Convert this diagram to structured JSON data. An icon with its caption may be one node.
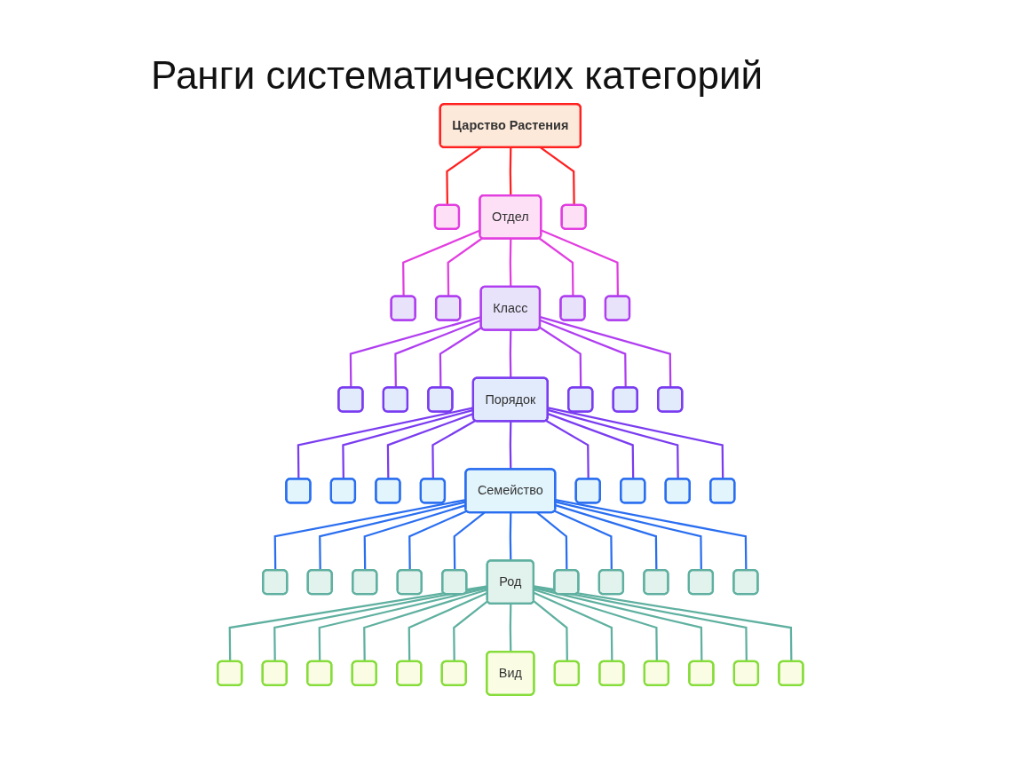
{
  "diagram": {
    "title": "Ранги систематических категорий",
    "nodes": [
      {
        "text": [
          "Царство Растения"
        ]
      },
      {
        "text": [],
        "shape": "box"
      },
      {
        "text": [
          "Отдел"
        ]
      },
      {
        "text": [],
        "shape": "box"
      },
      {
        "text": [],
        "shape": "box"
      },
      {
        "text": [],
        "shape": "box"
      },
      {
        "text": [
          "Класс"
        ]
      },
      {
        "text": [],
        "shape": "box"
      },
      {
        "text": [],
        "shape": "box"
      },
      {
        "text": [],
        "shape": "box"
      },
      {
        "text": [],
        "shape": "box"
      },
      {
        "text": [],
        "shape": "box"
      },
      {
        "text": [
          "Порядок"
        ]
      },
      {
        "text": [],
        "shape": "box"
      },
      {
        "text": [],
        "shape": "box"
      },
      {
        "text": [],
        "shape": "box"
      },
      {
        "text": [],
        "shape": "box"
      },
      {
        "text": [],
        "shape": "box"
      },
      {
        "text": [],
        "shape": "box"
      },
      {
        "text": [],
        "shape": "box"
      },
      {
        "text": [
          "Семейство"
        ]
      },
      {
        "text": [],
        "shape": "box"
      },
      {
        "text": [],
        "shape": "box"
      },
      {
        "text": [],
        "shape": "box"
      },
      {
        "text": [],
        "shape": "box"
      },
      {
        "text": [],
        "shape": "box"
      },
      {
        "text": [],
        "shape": "box"
      },
      {
        "text": [],
        "shape": "box"
      },
      {
        "text": [],
        "shape": "box"
      },
      {
        "text": [],
        "shape": "box"
      },
      {
        "text": [
          "Род"
        ]
      },
      {
        "text": [],
        "shape": "box"
      },
      {
        "text": [],
        "shape": "box"
      },
      {
        "text": [],
        "shape": "box"
      },
      {
        "text": [],
        "shape": "box"
      },
      {
        "text": [],
        "shape": "box"
      },
      {
        "text": [],
        "shape": "box"
      },
      {
        "text": [],
        "shape": "box"
      },
      {
        "text": [],
        "shape": "box"
      },
      {
        "text": [],
        "shape": "box"
      },
      {
        "text": [],
        "shape": "box"
      },
      {
        "text": [],
        "shape": "box"
      },
      {
        "text": [
          "Вид"
        ]
      },
      {
        "text": [],
        "shape": "box"
      },
      {
        "text": [],
        "shape": "box"
      },
      {
        "text": [],
        "shape": "box"
      },
      {
        "text": [],
        "shape": "box"
      },
      {
        "text": [],
        "shape": "box"
      },
      {
        "text": [],
        "shape": "box"
      }
    ],
    "edges": [
      {
        "from": 0,
        "to": 1,
        "arrow": "none",
        "color": "#ff2020"
      },
      {
        "from": 0,
        "to": 2,
        "arrow": "none",
        "color": "#ff2020"
      },
      {
        "from": 0,
        "to": 3,
        "arrow": "none",
        "color": "#ff2020"
      },
      {
        "from": 2,
        "to": 4,
        "arrow": "none",
        "color": "#e23ee0"
      },
      {
        "from": 2,
        "to": 5,
        "arrow": "none",
        "color": "#e23ee0"
      },
      {
        "from": 2,
        "to": 6,
        "arrow": "none",
        "color": "#e23ee0"
      },
      {
        "from": 2,
        "to": 7,
        "arrow": "none",
        "color": "#e23ee0"
      },
      {
        "from": 2,
        "to": 8,
        "arrow": "none",
        "color": "#e23ee0"
      },
      {
        "from": 6,
        "to": 9,
        "arrow": "none",
        "color": "#b03ef0"
      },
      {
        "from": 6,
        "to": 10,
        "arrow": "none",
        "color": "#b03ef0"
      },
      {
        "from": 6,
        "to": 11,
        "arrow": "none",
        "color": "#b03ef0"
      },
      {
        "from": 6,
        "to": 12,
        "arrow": "none",
        "color": "#b03ef0"
      },
      {
        "from": 6,
        "to": 13,
        "arrow": "none",
        "color": "#b03ef0"
      },
      {
        "from": 6,
        "to": 14,
        "arrow": "none",
        "color": "#b03ef0"
      },
      {
        "from": 6,
        "to": 15,
        "arrow": "none",
        "color": "#b03ef0"
      },
      {
        "from": 12,
        "to": 16,
        "arrow": "none",
        "color": "#7a3cf0"
      },
      {
        "from": 12,
        "to": 17,
        "arrow": "none",
        "color": "#7a3cf0"
      },
      {
        "from": 12,
        "to": 18,
        "arrow": "none",
        "color": "#7a3cf0"
      },
      {
        "from": 12,
        "to": 19,
        "arrow": "none",
        "color": "#7a3cf0"
      },
      {
        "from": 12,
        "to": 20,
        "arrow": "none",
        "color": "#7a3cf0"
      },
      {
        "from": 12,
        "to": 21,
        "arrow": "none",
        "color": "#7a3cf0"
      },
      {
        "from": 12,
        "to": 22,
        "arrow": "none",
        "color": "#7a3cf0"
      },
      {
        "from": 12,
        "to": 23,
        "arrow": "none",
        "color": "#7a3cf0"
      },
      {
        "from": 12,
        "to": 24,
        "arrow": "none",
        "color": "#7a3cf0"
      },
      {
        "from": 20,
        "to": 25,
        "arrow": "none",
        "color": "#2a6ef0"
      },
      {
        "from": 20,
        "to": 26,
        "arrow": "none",
        "color": "#2a6ef0"
      },
      {
        "from": 20,
        "to": 27,
        "arrow": "none",
        "color": "#2a6ef0"
      },
      {
        "from": 20,
        "to": 28,
        "arrow": "none",
        "color": "#2a6ef0"
      },
      {
        "from": 20,
        "to": 29,
        "arrow": "none",
        "color": "#2a6ef0"
      },
      {
        "from": 20,
        "to": 30,
        "arrow": "none",
        "color": "#2a6ef0"
      },
      {
        "from": 20,
        "to": 31,
        "arrow": "none",
        "color": "#2a6ef0"
      },
      {
        "from": 20,
        "to": 32,
        "arrow": "none",
        "color": "#2a6ef0"
      },
      {
        "from": 20,
        "to": 33,
        "arrow": "none",
        "color": "#2a6ef0"
      },
      {
        "from": 20,
        "to": 34,
        "arrow": "none",
        "color": "#2a6ef0"
      },
      {
        "from": 20,
        "to": 35,
        "arrow": "none",
        "color": "#2a6ef0"
      },
      {
        "from": 30,
        "to": 36,
        "arrow": "none",
        "color": "#5fb0a0"
      },
      {
        "from": 30,
        "to": 37,
        "arrow": "none",
        "color": "#5fb0a0"
      },
      {
        "from": 30,
        "to": 38,
        "arrow": "none",
        "color": "#5fb0a0"
      },
      {
        "from": 30,
        "to": 39,
        "arrow": "none",
        "color": "#5fb0a0"
      },
      {
        "from": 30,
        "to": 40,
        "arrow": "none",
        "color": "#5fb0a0"
      },
      {
        "from": 30,
        "to": 41,
        "arrow": "none",
        "color": "#5fb0a0"
      },
      {
        "from": 30,
        "to": 42,
        "arrow": "none",
        "color": "#5fb0a0"
      },
      {
        "from": 30,
        "to": 43,
        "arrow": "none",
        "color": "#5fb0a0"
      },
      {
        "from": 30,
        "to": 44,
        "arrow": "none",
        "color": "#5fb0a0"
      },
      {
        "from": 30,
        "to": 45,
        "arrow": "none",
        "color": "#5fb0a0"
      },
      {
        "from": 30,
        "to": 46,
        "arrow": "none",
        "color": "#5fb0a0"
      },
      {
        "from": 30,
        "to": 47,
        "arrow": "none",
        "color": "#5fb0a0"
      },
      {
        "from": 30,
        "to": 48,
        "arrow": "none",
        "color": "#5fb0a0"
      }
    ]
  }
}
